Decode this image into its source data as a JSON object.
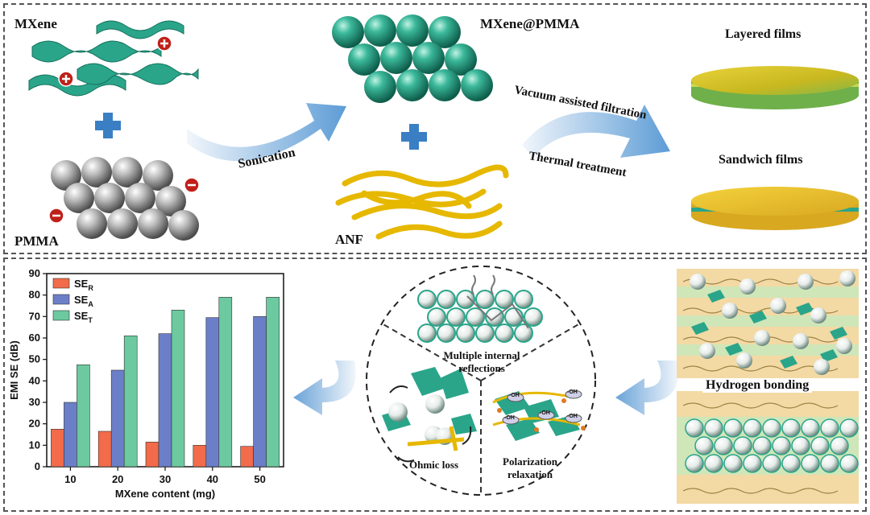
{
  "top": {
    "mxene_label": "MXene",
    "pmma_label": "PMMA",
    "mxene_pmma_label": "MXene@PMMA",
    "anf_label": "ANF",
    "sonication_label": "Sonication",
    "vacuum_label": "Vacuum assisted filtration",
    "thermal_label": "Thermal treatment",
    "layered_label": "Layered films",
    "sandwich_label": "Sandwich films"
  },
  "mechanism": {
    "reflections_label_1": "Multiple internal",
    "reflections_label_2": "reflections",
    "ohmic_label": "Ohmic loss",
    "polarization_label_1": "Polarization",
    "polarization_label_2": "relaxation",
    "oh_label": "-OH"
  },
  "structure": {
    "hbond_label": "Hydrogen bonding"
  },
  "colors": {
    "mxene": "#2aa58a",
    "pmma": "#a8a8a8",
    "anf": "#e8b800",
    "arrow": "#8cb8e0",
    "cross": "#3a7fc4",
    "ser": "#f26b4a",
    "sea": "#6b7fc8",
    "set": "#6cc9a0"
  },
  "chart_data": {
    "type": "bar",
    "categories": [
      "10",
      "20",
      "30",
      "40",
      "50"
    ],
    "series": [
      {
        "name": "SE",
        "sub": "R",
        "values": [
          17.5,
          16.5,
          11.5,
          10,
          9.5
        ]
      },
      {
        "name": "SE",
        "sub": "A",
        "values": [
          30,
          45,
          62,
          69.5,
          70
        ]
      },
      {
        "name": "SE",
        "sub": "T",
        "values": [
          47.5,
          61,
          73,
          79,
          79
        ]
      }
    ],
    "xlabel": "MXene content (mg)",
    "ylabel": "EMI SE (dB)",
    "ylim": [
      0,
      90
    ],
    "yticks": [
      "0",
      "10",
      "20",
      "30",
      "40",
      "50",
      "60",
      "70",
      "80",
      "90"
    ],
    "legend": "top-left"
  }
}
